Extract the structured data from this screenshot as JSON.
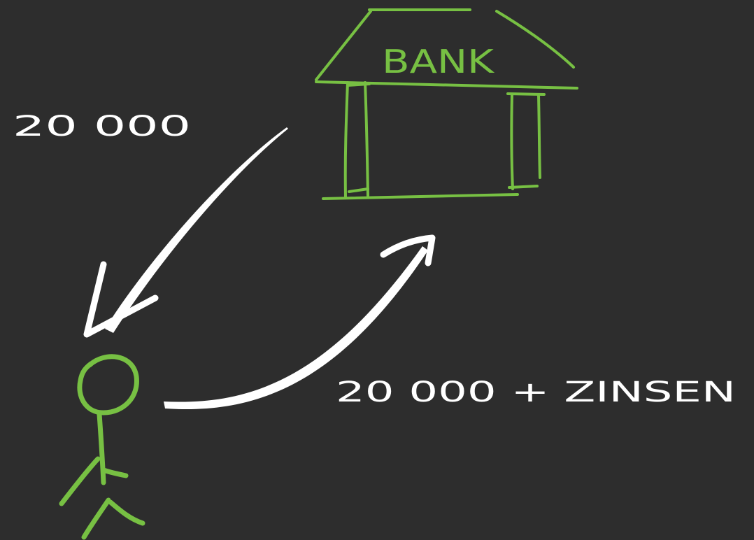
{
  "colors": {
    "background": "#2d2d2d",
    "green": "#77c043",
    "white": "#ffffff"
  },
  "labels": {
    "bank": "BANK",
    "loan_amount": "20 000",
    "repay_amount": "20 000 + ZINSEN"
  },
  "icons": {
    "bank": "bank-building-icon",
    "person": "stick-figure-icon"
  }
}
